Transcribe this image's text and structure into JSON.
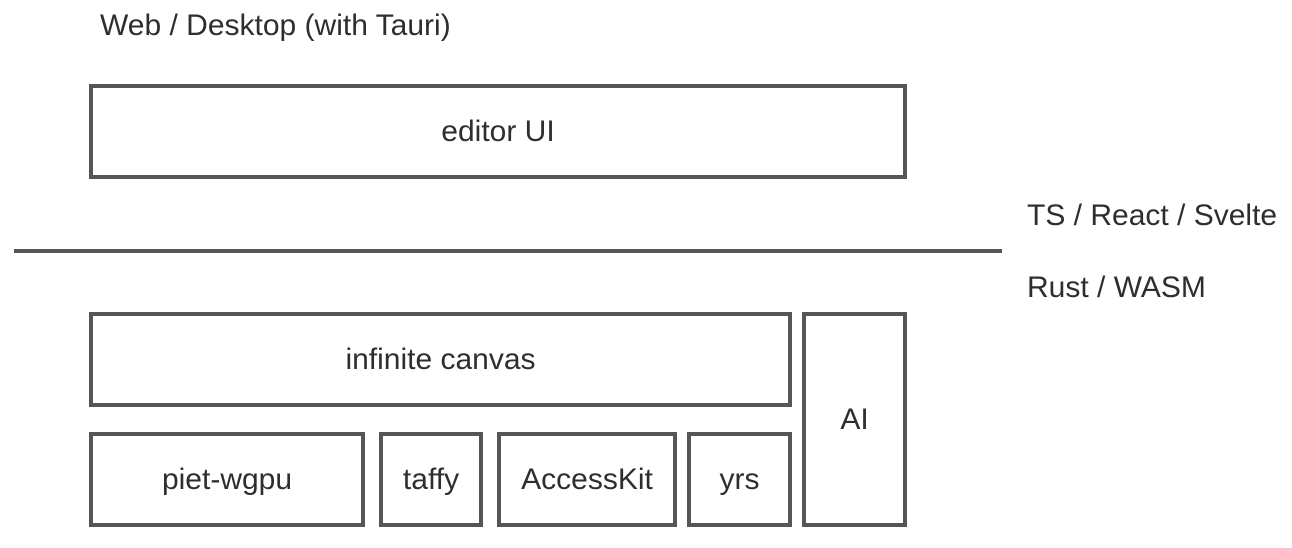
{
  "diagram": {
    "top_label": "Web / Desktop (with Tauri)",
    "layers": {
      "frontend_label": "TS / React / Svelte",
      "backend_label": "Rust / WASM"
    },
    "boxes": {
      "editor_ui": "editor UI",
      "infinite_canvas": "infinite canvas",
      "ai": "AI",
      "piet_wgpu": "piet-wgpu",
      "taffy": "taffy",
      "accesskit": "AccessKit",
      "yrs": "yrs"
    },
    "colors": {
      "background": "#ffffff",
      "box_border": "#56565a",
      "divider": "#56565a",
      "text": "#2e2e30"
    }
  }
}
